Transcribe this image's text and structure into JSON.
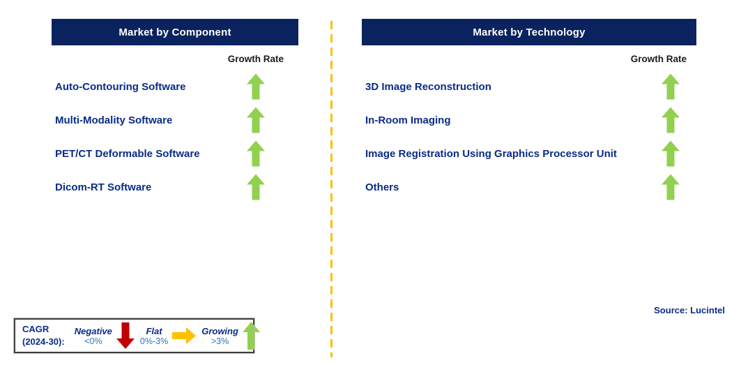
{
  "colors": {
    "header_bg": "#0a235f",
    "item_text": "#0a2c86",
    "growth_rate_label": "#1a1a1a",
    "growing_arrow": "#92d050",
    "negative_arrow": "#c00000",
    "flat_arrow": "#ffc000",
    "divider_dash": "#ffc000",
    "legend_range_text": "#2e75b6"
  },
  "panels": [
    {
      "title": "Market by Component",
      "growth_rate_label": "Growth Rate",
      "items": [
        {
          "label": "Auto-Contouring Software",
          "trend": "up"
        },
        {
          "label": "Multi-Modality Software",
          "trend": "up"
        },
        {
          "label": "PET/CT Deformable Software",
          "trend": "up"
        },
        {
          "label": "Dicom-RT Software",
          "trend": "up"
        }
      ]
    },
    {
      "title": "Market by Technology",
      "growth_rate_label": "Growth Rate",
      "items": [
        {
          "label": "3D Image Reconstruction",
          "trend": "up"
        },
        {
          "label": "In-Room Imaging",
          "trend": "up"
        },
        {
          "label": "Image Registration Using Graphics Processor Unit",
          "trend": "up"
        },
        {
          "label": "Others",
          "trend": "up"
        }
      ]
    }
  ],
  "legend": {
    "title_line1": "CAGR",
    "title_line2": "(2024-30):",
    "entries": [
      {
        "name": "Negative",
        "range": "<0%",
        "arrow": "down",
        "color": "#c00000"
      },
      {
        "name": "Flat",
        "range": "0%-3%",
        "arrow": "right",
        "color": "#ffc000"
      },
      {
        "name": "Growing",
        "range": ">3%",
        "arrow": "up",
        "color": "#92d050"
      }
    ]
  },
  "source": "Source: Lucintel"
}
